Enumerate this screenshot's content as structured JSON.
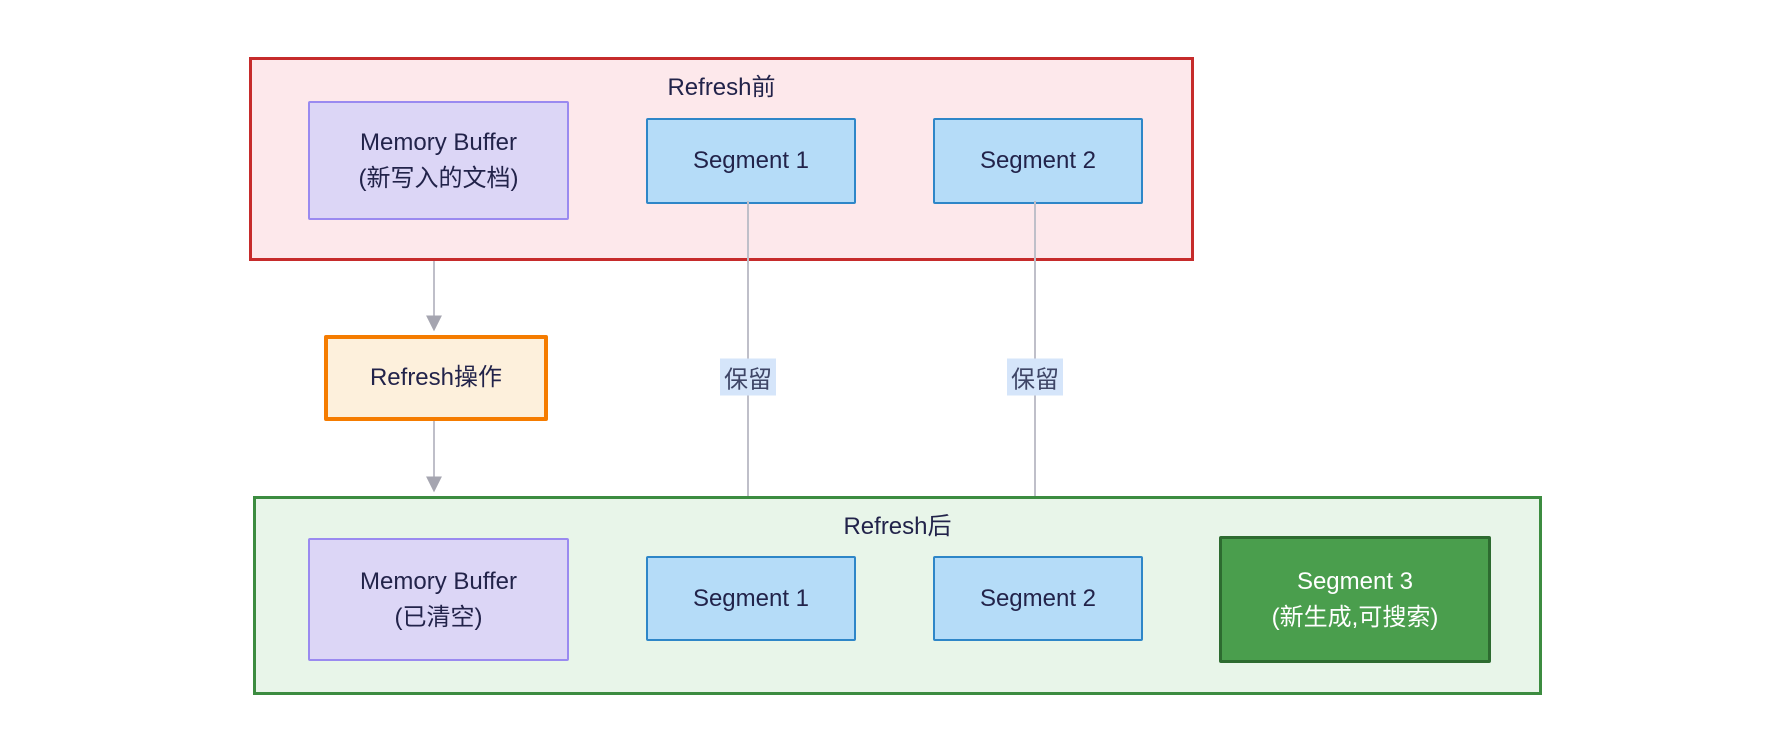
{
  "diagram_type": "flowchart",
  "colors": {
    "before_container_border": "#C62B2B",
    "before_container_fill": "#FDE8EB",
    "after_container_border": "#3C8C40",
    "after_container_fill": "#E8F5E9",
    "memory_buffer_border": "#9A8AF0",
    "memory_buffer_fill": "#DCD6F6",
    "segment_border": "#2E86C8",
    "segment_fill": "#B5DCF8",
    "refresh_op_border": "#F57C00",
    "refresh_op_fill": "#FDF0DC",
    "segment3_border": "#2D6B30",
    "segment3_fill": "#4A9E4D",
    "segment3_text": "#FFFFFF",
    "node_text": "#22234A",
    "edge_line": "#BFBFC9",
    "edge_label_bg": "#D5E5FA"
  },
  "before": {
    "title": "Refresh前",
    "memory_buffer": {
      "line1": "Memory Buffer",
      "line2": "(新写入的文档)"
    },
    "segment1": "Segment 1",
    "segment2": "Segment 2"
  },
  "refresh_op": {
    "label": "Refresh操作"
  },
  "edges": {
    "keep1": "保留",
    "keep2": "保留"
  },
  "after": {
    "title": "Refresh后",
    "memory_buffer": {
      "line1": "Memory Buffer",
      "line2": "(已清空)"
    },
    "segment1": "Segment 1",
    "segment2": "Segment 2",
    "segment3": {
      "line1": "Segment 3",
      "line2": "(新生成,可搜索)"
    }
  }
}
